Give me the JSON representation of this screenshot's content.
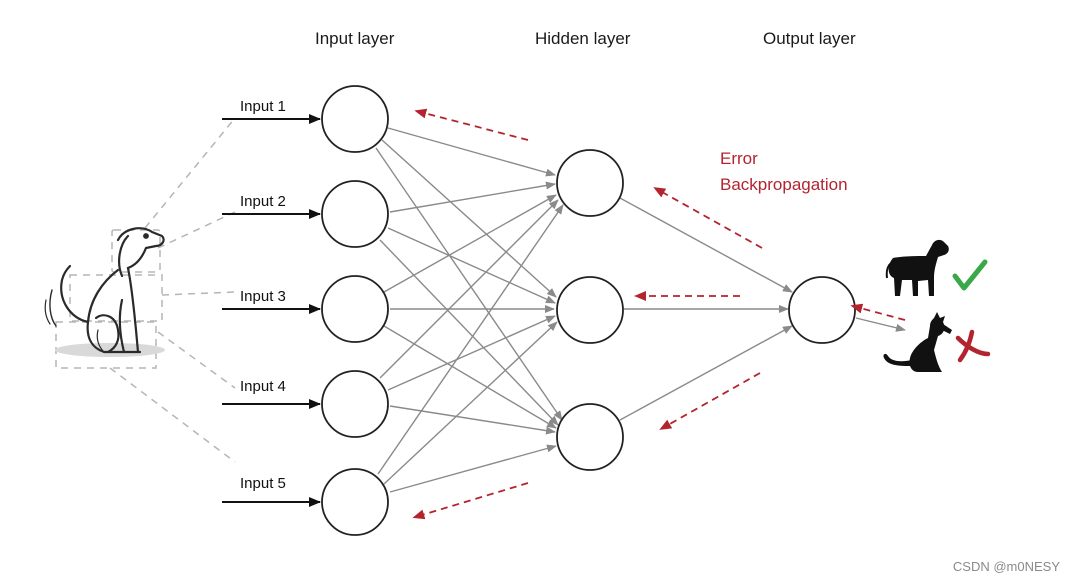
{
  "layers": {
    "input": "Input layer",
    "hidden": "Hidden layer",
    "output": "Output layer"
  },
  "inputs": [
    "Input 1",
    "Input 2",
    "Input 3",
    "Input 4",
    "Input 5"
  ],
  "error_label": {
    "line1": "Error",
    "line2": "Backpropagation"
  },
  "watermark": "CSDN @m0NESY⁡",
  "colors": {
    "error": "#b3242f",
    "check": "#3aa84a",
    "cross": "#b3242f",
    "node_stroke": "#222222",
    "edge": "#8a8a8a"
  },
  "icons": {
    "dog_sketch": "sitting-dog-sketch",
    "dog": "dog-silhouette",
    "cat": "cat-silhouette",
    "correct": "check-mark",
    "wrong": "cross-mark"
  }
}
